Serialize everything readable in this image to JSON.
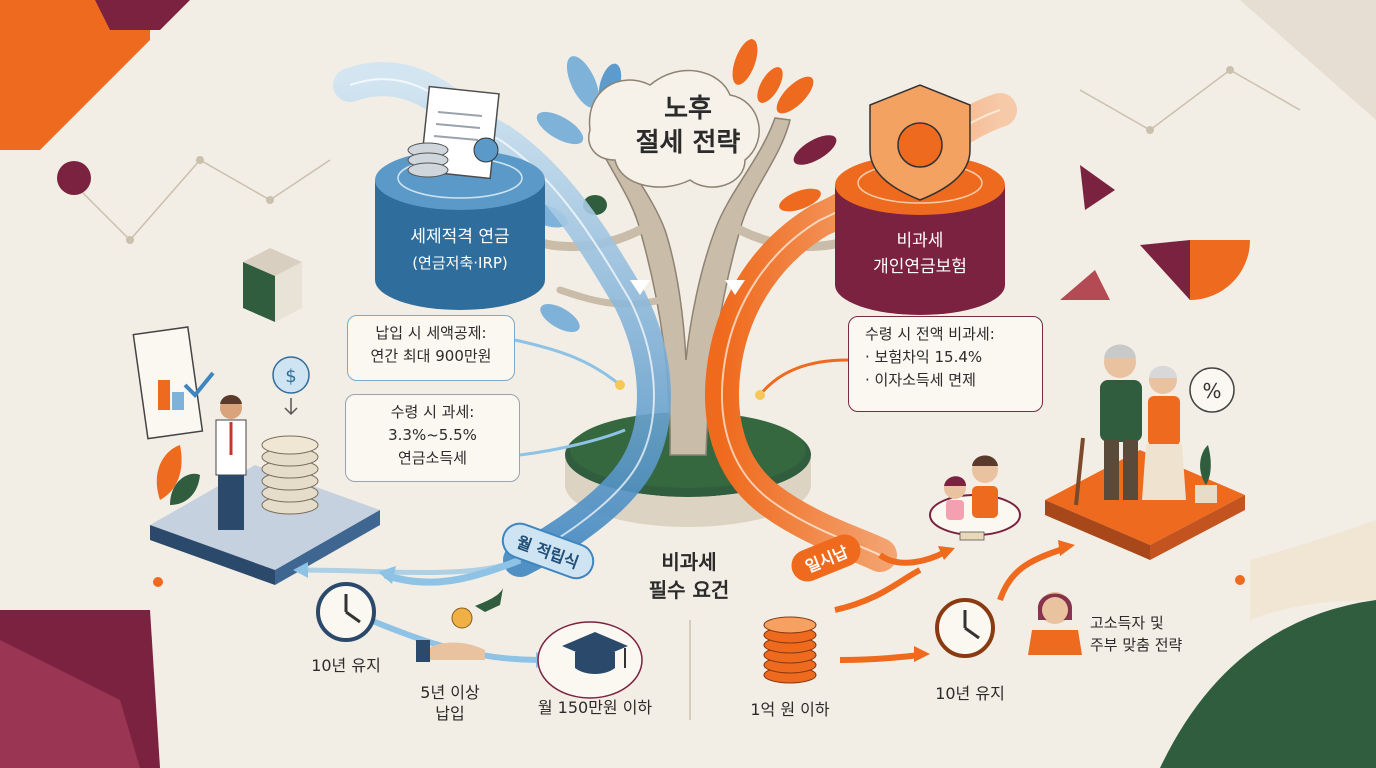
{
  "title": {
    "line1": "노후",
    "line2": "절세 전략"
  },
  "left_cylinder": {
    "name": "세제적격 연금",
    "sub": "(연금저축·IRP)"
  },
  "right_cylinder": {
    "line1": "비과세",
    "line2": "개인연금보험"
  },
  "left_box1": {
    "line1": "납입 시 세액공제:",
    "line2": "연간 최대 900만원"
  },
  "left_box2": {
    "line1": "수령 시 과세:",
    "line2": "3.3%~5.5%",
    "line3": "연금소득세"
  },
  "right_box": {
    "line1": "수령 시 전액 비과세:",
    "line2": "· 보험차익 15.4%",
    "line3": "· 이자소득세 면제"
  },
  "requirements": {
    "line1": "비과세",
    "line2": "필수 요건"
  },
  "monthly": {
    "label": "월 적립식",
    "items": [
      {
        "label": "10년 유지",
        "icon": "clock-icon"
      },
      {
        "label": "5년 이상\n납입",
        "icon": "coin-hand-icon"
      },
      {
        "label": "월 150만원 이하",
        "icon": "graduation-cap-icon"
      }
    ]
  },
  "lump": {
    "label": "일시납",
    "items": [
      {
        "label": "1억 원 이하",
        "icon": "coin-stack-icon"
      },
      {
        "label": "10년 유지",
        "icon": "clock-icon"
      }
    ]
  },
  "target": {
    "line1": "고소득자 및",
    "line2": "주부 맞춤 전략"
  },
  "colors": {
    "blue": "#3f86c0",
    "orange": "#ef6a1d",
    "maroon": "#7b2240",
    "green": "#2f5d3e",
    "trunk": "#c9bca8",
    "bg": "#f3eee5"
  }
}
